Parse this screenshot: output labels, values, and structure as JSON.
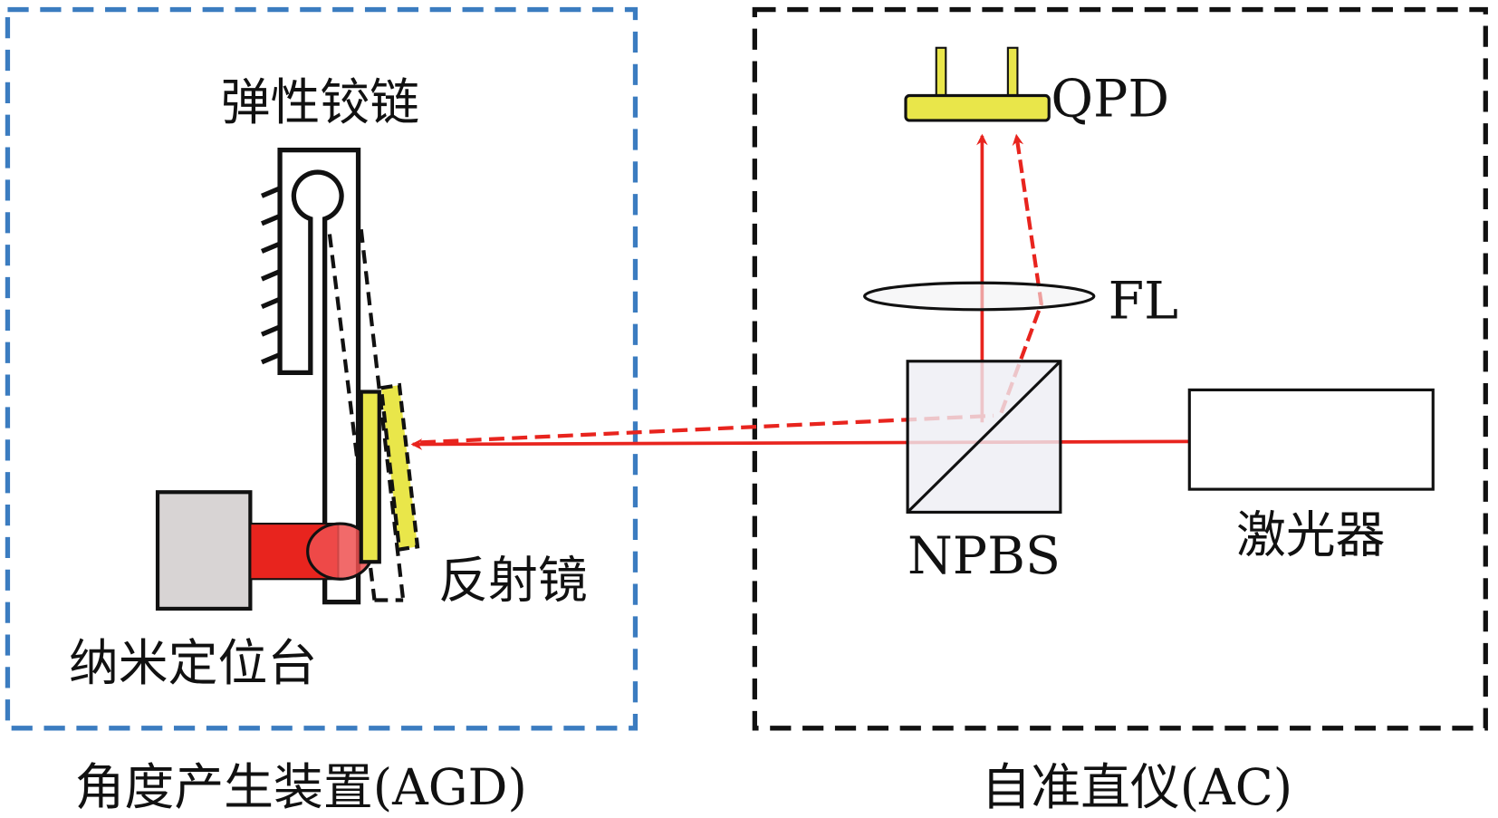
{
  "groups": {
    "agd": {
      "label": "角度产生装置(AGD)",
      "border_color": "#3b7cc0"
    },
    "ac": {
      "label": "自准直仪(AC)",
      "border_color": "#111111"
    }
  },
  "components": {
    "hinge": "弹性铰链",
    "mirror": "反射镜",
    "nano_stage": "纳米定位台",
    "qpd": "QPD",
    "lens": "FL",
    "npbs": "NPBS",
    "laser": "激光器"
  },
  "colors": {
    "beam": "#e8241e",
    "mirror": "#e9e64a",
    "stage": "#d8d4d4",
    "cube": "#eeeef4"
  }
}
